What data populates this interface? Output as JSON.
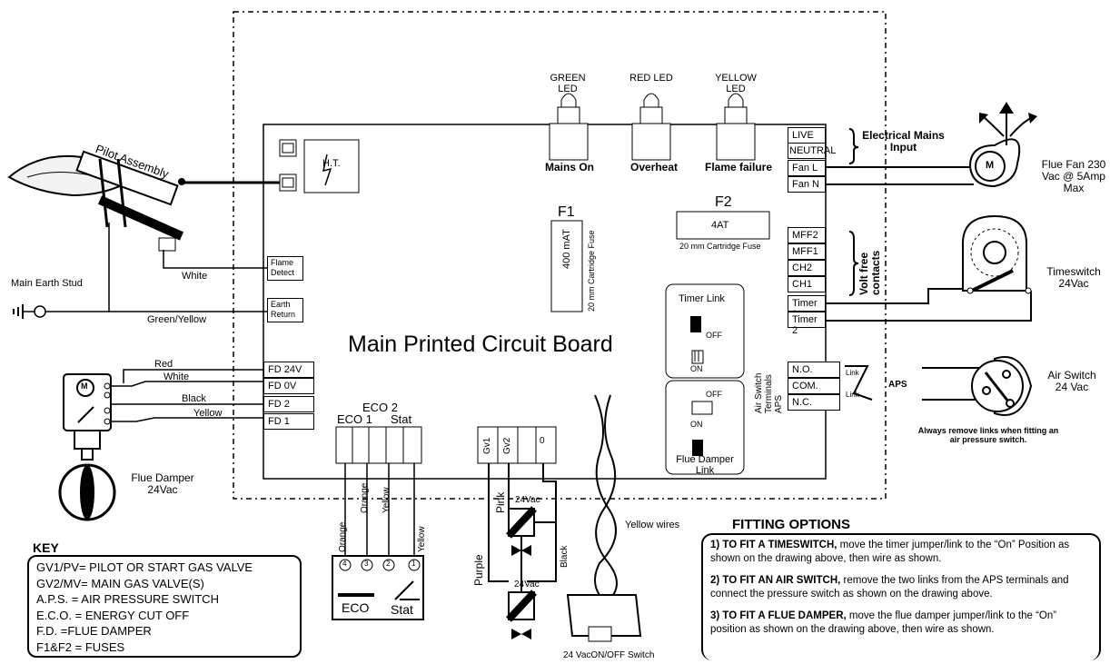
{
  "board": {
    "title": "Main Printed Circuit Board",
    "ht_label": "H.T.",
    "flame_detect": "Flame Detect",
    "earth_return": "Earth Return"
  },
  "leds": [
    {
      "label": "GREEN LED",
      "caption": "Mains On"
    },
    {
      "label": "RED LED",
      "caption": "Overheat"
    },
    {
      "label": "YELLOW LED",
      "caption": "Flame failure"
    }
  ],
  "fuses": {
    "f1_label": "F1",
    "f1_value": "400 mAT",
    "f1_note": "20 mm Cartridge Fuse",
    "f2_label": "F2",
    "f2_value": "4AT",
    "f2_note": "20 mm Cartridge Fuse"
  },
  "mains_terminals": [
    "LIVE",
    "NEUTRAL",
    "Fan L",
    "Fan N"
  ],
  "mains_input_label": "Electrical Mains Input",
  "contact_terminals": [
    "MFF2",
    "MFF1",
    "CH2",
    "CH1",
    "Timer 1",
    "Timer 2"
  ],
  "volt_free_label": "Volt free contacts",
  "aps_terminals": [
    "N.O.",
    "COM.",
    "N.C."
  ],
  "aps_side_label": "Air Switch Terminals APS",
  "link_labels": [
    "Link",
    "Link"
  ],
  "fd_terminals": [
    "FD 24V",
    "FD 0V",
    "FD 2",
    "FD 1"
  ],
  "fd_wire_colors": [
    "Red",
    "White",
    "Black",
    "Yellow"
  ],
  "timer_link": {
    "title": "Timer Link",
    "off": "OFF",
    "on": "ON"
  },
  "flue_damper_link": {
    "title": "Flue Damper Link",
    "off": "OFF",
    "on": "ON"
  },
  "eco": {
    "eco2": "ECO 2",
    "eco1": "ECO 1",
    "stat": "Stat",
    "wires": [
      "Orange",
      "Orange",
      "Yellow",
      "Yellow"
    ],
    "eco_label": "ECO",
    "stat_label": "Stat",
    "pins": [
      "4",
      "3",
      "2",
      "1"
    ]
  },
  "gas_valves": {
    "gv1": "Gv1",
    "gv2": "Gv2",
    "zero": "0",
    "pink": "Pink",
    "purple": "Purple",
    "black": "Black",
    "v1": "24Vac",
    "v2": "24Vac"
  },
  "external": {
    "pilot_assembly": "Pilot Assembly",
    "white": "White",
    "main_earth_stud": "Main Earth Stud",
    "green_yellow": "Green/Yellow",
    "flue_damper": "Flue Damper 24Vac",
    "flue_fan": "Flue Fan 230 Vac @ 5Amp Max",
    "timeswitch": "Timeswitch 24Vac",
    "air_switch": "Air Switch 24 Vac",
    "aps": "APS",
    "aps_note": "Always remove links when fitting an air pressure switch.",
    "yellow_wires": "Yellow wires",
    "onoff_switch": "24 VacON/OFF Switch",
    "motor_m": "M"
  },
  "key": {
    "title": "KEY",
    "lines": [
      "GV1/PV= PILOT OR START GAS VALVE",
      "GV2/MV= MAIN GAS VALVE(S)",
      "A.P.S. = AIR PRESSURE SWITCH",
      "E.C.O. = ENERGY CUT OFF",
      "F.D. =FLUE DAMPER",
      "F1&F2 = FUSES"
    ]
  },
  "fitting": {
    "title": "FITTING OPTIONS",
    "items": [
      {
        "head": "1) TO FIT A TIMESWITCH,",
        "body": " move the timer jumper/link to the “On” Position as shown on the drawing above, then wire as shown."
      },
      {
        "head": "2) TO FIT AN AIR SWITCH,",
        "body": " remove the two links from the APS terminals and connect the pressure switch as shown on the drawing above."
      },
      {
        "head": "3) TO FIT A FLUE DAMPER,",
        "body": " move the flue damper jumper/link to the “On” position as shown on the drawing above, then wire as shown."
      }
    ]
  }
}
